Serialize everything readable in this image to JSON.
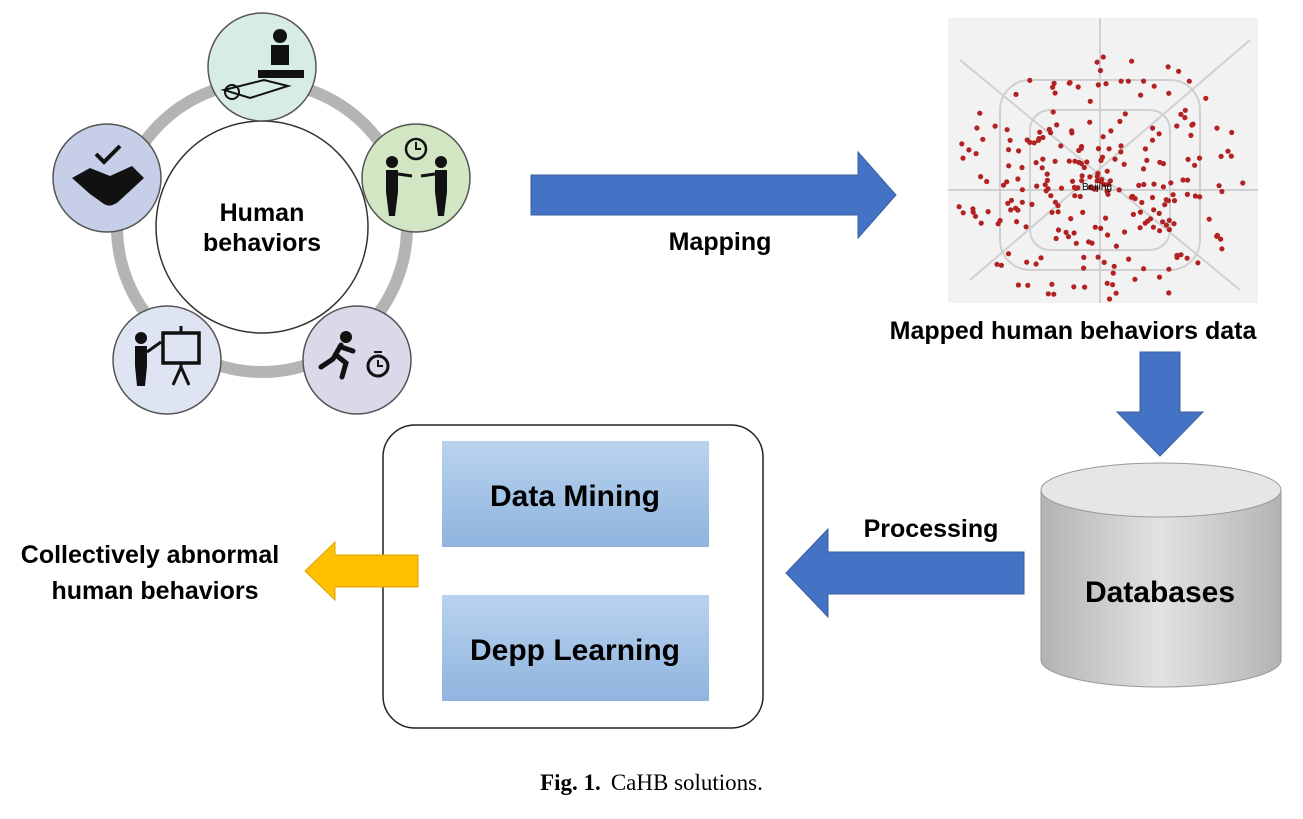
{
  "center_label": [
    "Human",
    "behaviors"
  ],
  "mapping_label": "Mapping",
  "map": {
    "city_label": "Beijing"
  },
  "mapped_label": "Mapped human behaviors data",
  "processing_label": "Processing",
  "database_label": "Databases",
  "methods": {
    "item1": "Data Mining",
    "item2": "Depp Learning"
  },
  "output_label": [
    "Collectively abnormal",
    "human behaviors"
  ],
  "caption": {
    "prefix": "Fig. 1.",
    "text": "CaHB solutions."
  },
  "icons": [
    "meditation-icon",
    "meeting-clock-icon",
    "running-stopwatch-icon",
    "presentation-icon",
    "handshake-check-icon"
  ],
  "colors": {
    "arrow_blue": "#4472c4",
    "arrow_orange": "#ffc000",
    "box_blue": "#9dc3e6",
    "ring": "#b4b4b4",
    "dot_red": "#b22222"
  }
}
